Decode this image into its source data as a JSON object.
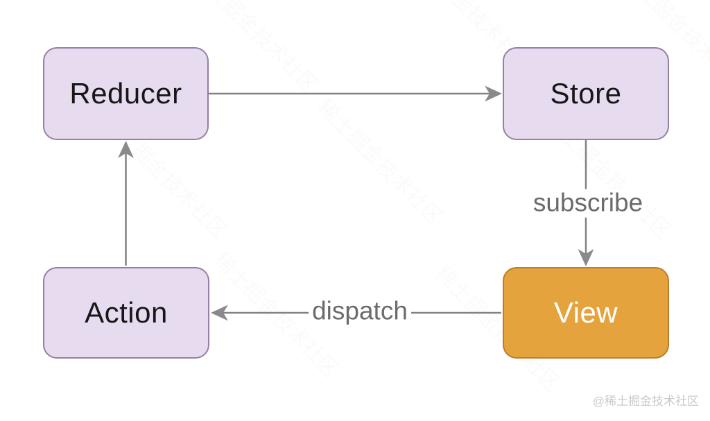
{
  "diagram": {
    "type": "flow-cycle",
    "nodes": [
      {
        "id": "reducer",
        "label": "Reducer",
        "fill": "#e7dcef",
        "border": "#9480a4",
        "text_color": "#171717",
        "position": "top-left"
      },
      {
        "id": "store",
        "label": "Store",
        "fill": "#e7dcef",
        "border": "#9480a4",
        "text_color": "#171717",
        "position": "top-right"
      },
      {
        "id": "action",
        "label": "Action",
        "fill": "#e7dcef",
        "border": "#9480a4",
        "text_color": "#171717",
        "position": "bottom-left"
      },
      {
        "id": "view",
        "label": "View",
        "fill": "#e4a33d",
        "border": "#bc7e2a",
        "text_color": "#ffffff",
        "position": "bottom-right"
      }
    ],
    "edges": [
      {
        "from": "reducer",
        "to": "store",
        "label": ""
      },
      {
        "from": "store",
        "to": "view",
        "label": "subscribe"
      },
      {
        "from": "view",
        "to": "action",
        "label": "dispatch"
      },
      {
        "from": "action",
        "to": "reducer",
        "label": ""
      }
    ],
    "arrow_color": "#828282",
    "edge_label_color": "#6b6b6b"
  },
  "watermark": {
    "corner_text": "@稀土掘金技术社区",
    "diagonal_text": "稀土掘金技术社区"
  }
}
